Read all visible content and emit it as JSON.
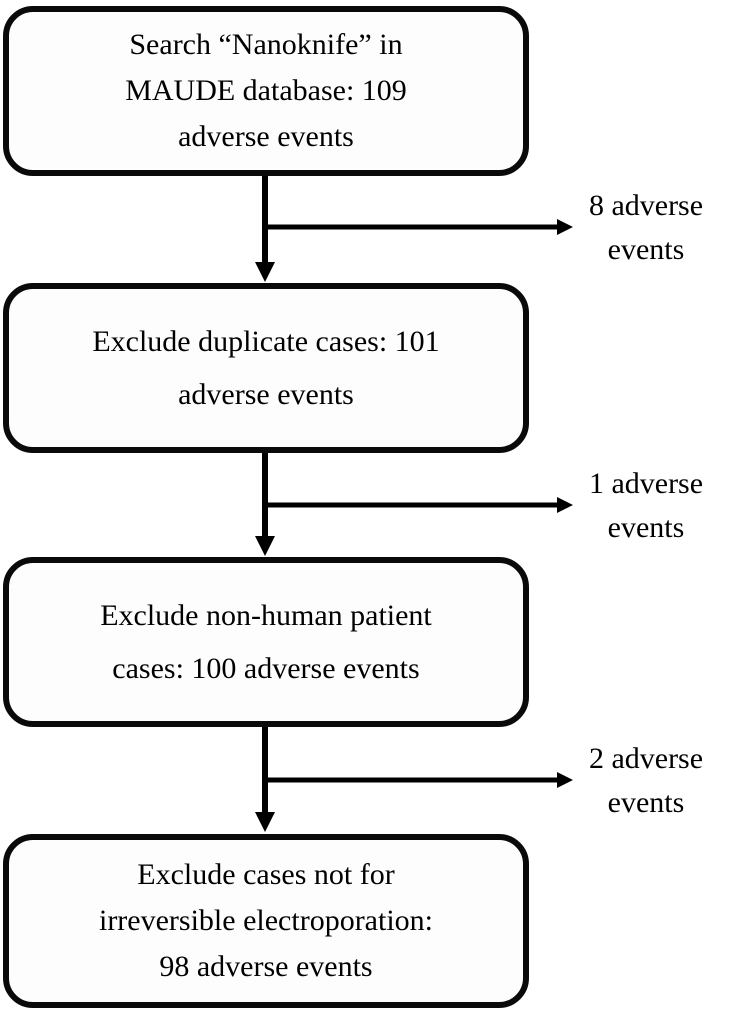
{
  "diagram": {
    "type": "flowchart",
    "boxes": [
      {
        "id": "box-1",
        "text": "Search “Nanoknife” in\nMAUDE database: 109\nadverse events"
      },
      {
        "id": "box-2",
        "text": "Exclude duplicate cases: 101\nadverse events"
      },
      {
        "id": "box-3",
        "text": "Exclude non-human patient\ncases: 100 adverse events"
      },
      {
        "id": "box-4",
        "text": "Exclude cases not for\nirreversible electroporation:\n98 adverse events"
      }
    ],
    "branch_labels": [
      {
        "text": "8 adverse\nevents"
      },
      {
        "text": "1 adverse\nevents"
      },
      {
        "text": "2 adverse\nevents"
      }
    ],
    "colors": {
      "line": "#000000",
      "box_border": "#0a0a0a",
      "box_background": "#fdfdfd",
      "text": "#000000",
      "page_background": "#ffffff"
    }
  }
}
